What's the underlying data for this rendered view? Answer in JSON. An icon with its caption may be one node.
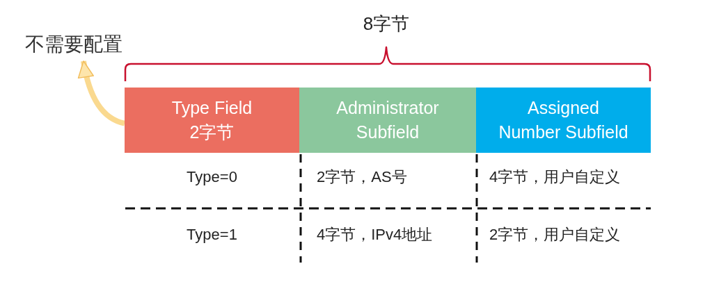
{
  "diagram": {
    "nodes": [
      {
        "text": [
          "Type Field",
          "2字节"
        ]
      },
      {
        "text": [
          "Administrator Subfield"
        ]
      },
      {
        "text": [
          "Assigned Number Subfield"
        ]
      },
      {
        "text": [
          "不需要配置"
        ]
      }
    ],
    "edges": [
      {
        "from": 0,
        "to": 3,
        "arrow": "to"
      }
    ],
    "labels": [
      "8字节",
      "Type=0",
      "2字节，AS号",
      "4字节，用户自定义",
      "Type=1",
      "4字节，IPv4地址",
      "2字节，用户自定义"
    ]
  }
}
